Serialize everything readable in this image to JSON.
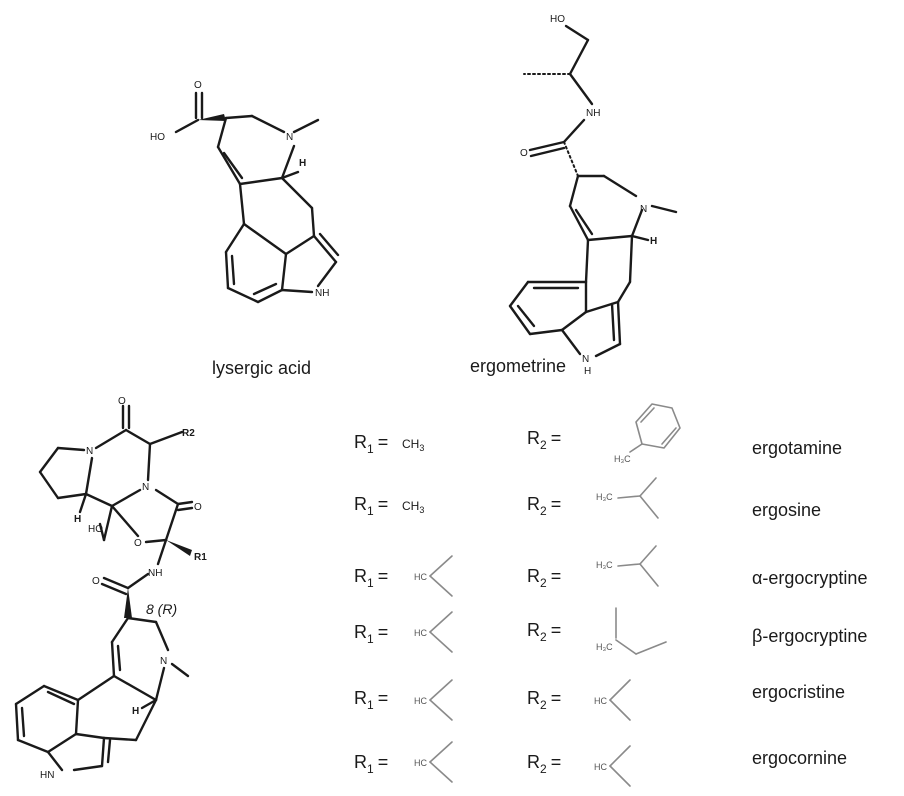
{
  "labels": {
    "lysergic_acid": "lysergic acid",
    "ergometrine": "ergometrine",
    "stereo": "8 (R)"
  },
  "atoms": {
    "oh": "HO",
    "o": "O",
    "n": "N",
    "h": "H",
    "nh": "NH",
    "hn": "HN",
    "r1": "R1",
    "r2": "R2"
  },
  "fragments": {
    "ch3": "CH",
    "ch3_sub": "3",
    "h3c": "H₃C",
    "hc": "HC",
    "r1_prefix": "R",
    "r1_sub": "1",
    "r2_prefix": "R",
    "r2_sub": "2",
    "eq": "="
  },
  "rows": [
    {
      "name": "ergotamine"
    },
    {
      "name": "ergosine"
    },
    {
      "name": "α-ergocryptine"
    },
    {
      "name": "β-ergocryptine"
    },
    {
      "name": "ergocristine"
    },
    {
      "name": "ergocornine"
    }
  ]
}
